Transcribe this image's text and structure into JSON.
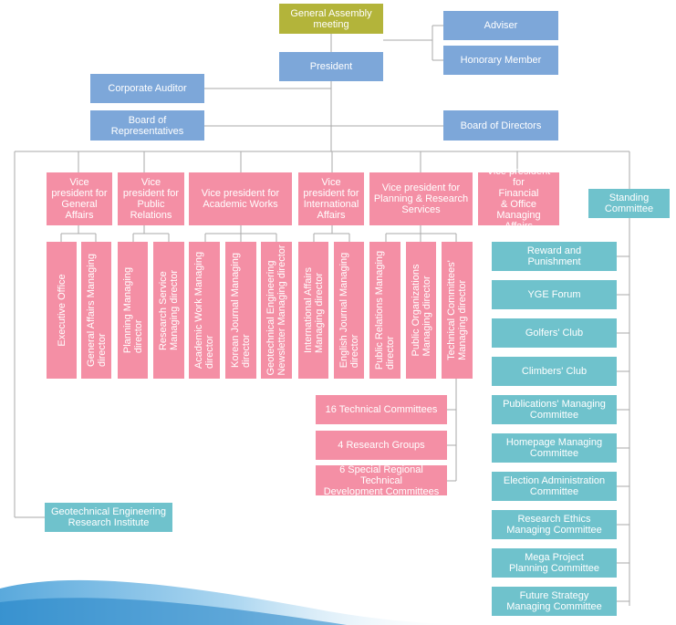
{
  "top": {
    "general_assembly": "General Assembly\nmeeting",
    "adviser": "Adviser",
    "honorary_member": "Honorary Member",
    "president": "President",
    "corporate_auditor": "Corporate Auditor",
    "board_of_representatives": "Board of\nRepresentatives",
    "board_of_directors": "Board of Directors"
  },
  "vice_presidents": [
    "Vice\npresident for\nGeneral\nAffairs",
    "Vice\npresident for\nPublic\nRelations",
    "Vice president for\nAcademic Works",
    "Vice\npresident for\nInternational\nAffairs",
    "Vice president for\nPlanning & Research\nServices",
    "Vice president for\nFinancial\n& Office Managing\nAffairs"
  ],
  "directors": [
    "Executive Office",
    "General Affairs Managing\ndirector",
    "Planning Managing\ndirector",
    "Research Service\nManaging director",
    "Academic Work Managing\ndirector",
    "Korean Journal Managing\ndirector",
    "Geotechnical Engineering\nNewsletter Managing director",
    "International Affairs\nManaging director",
    "English Journal Managing\ndirector",
    "Public Relations Managing\ndirector",
    "Public Organizations\nManaging director",
    "Technical Committees'\nManaging director"
  ],
  "technical_groups": [
    "16 Technical Committees",
    "4 Research Groups",
    "6 Special Regional Technical\nDevelopment Committees"
  ],
  "standing": {
    "title": "Standing\nCommittee",
    "committees": [
      "Reward and\nPunishment",
      "YGE Forum",
      "Golfers' Club",
      "Climbers' Club",
      "Publications' Managing\nCommittee",
      "Homepage Managing\nCommittee",
      "Election Administration\nCommittee",
      "Research Ethics\nManaging Committee",
      "Mega Project\nPlanning Committee",
      "Future Strategy\nManaging Committee"
    ]
  },
  "institute": "Geotechnical Engineering\nResearch Institute",
  "colors": {
    "assembly": "#b3b43a",
    "executive": "#7da7d9",
    "division": "#f48fa5",
    "committee": "#6fc2cc",
    "connector": "#aaaaaa"
  }
}
